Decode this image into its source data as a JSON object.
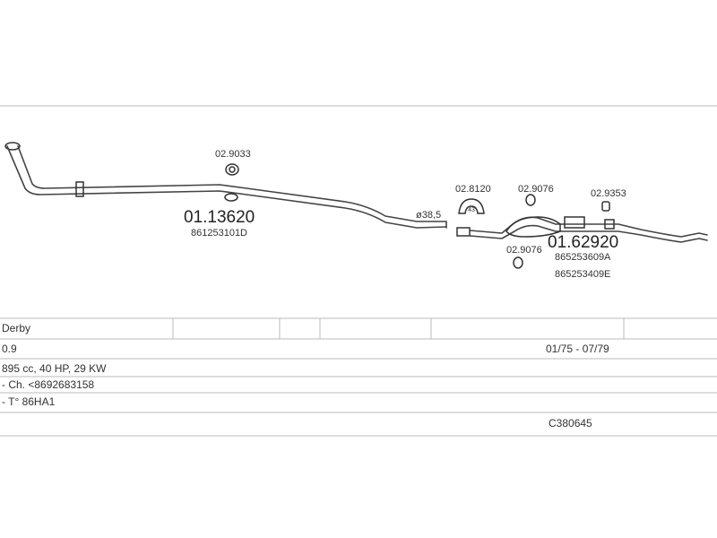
{
  "parts": {
    "clamp_a": "02.9033",
    "front_pipe_code": "01.13620",
    "front_pipe_oe": "861253101D",
    "diameter": "ø38,5",
    "mount_a": "02.8120",
    "ring_a": "02.9076",
    "clamp_b": "02.9353",
    "ring_b": "02.9076",
    "rear_box_code": "01.62920",
    "rear_box_oe_1": "865253609A",
    "rear_box_oe_2": "865253409E"
  },
  "vehicle": {
    "model": "Derby",
    "engine": "0.9",
    "period": "01/75 - 07/79",
    "spec": "895 cc, 40 HP, 29 KW",
    "chassis": "- Ch. <8692683158",
    "type": "- T° 86HA1",
    "ref": "C380645"
  }
}
